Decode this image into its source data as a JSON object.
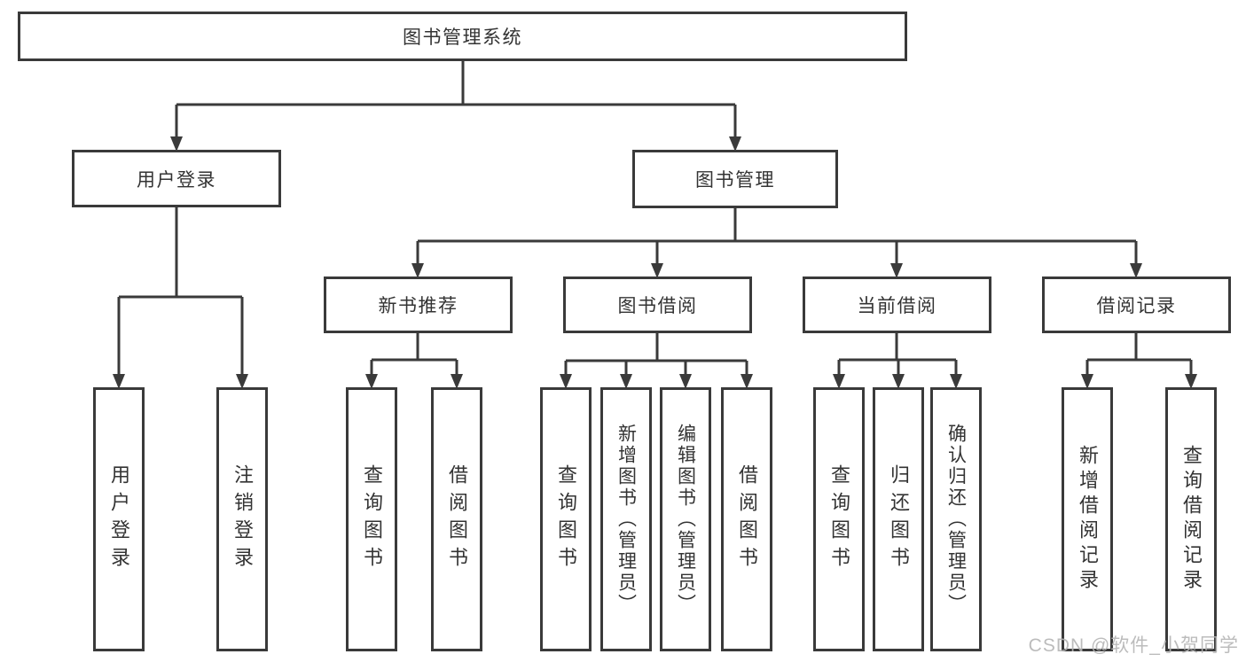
{
  "colors": {
    "line": "#3a3a3a",
    "text": "#333333",
    "watermark": "#b5b5b5",
    "background": "#ffffff"
  },
  "tree": {
    "root": {
      "label": "图书管理系统"
    },
    "user_login": {
      "label": "用户登录",
      "children": [
        {
          "label": "用户登录"
        },
        {
          "label": "注销登录"
        }
      ]
    },
    "book_management": {
      "label": "图书管理",
      "modules": [
        {
          "label": "新书推荐",
          "children": [
            {
              "label": "查询图书"
            },
            {
              "label": "借阅图书"
            }
          ]
        },
        {
          "label": "图书借阅",
          "children": [
            {
              "label": "查询图书"
            },
            {
              "label": "新增图书（管理员）"
            },
            {
              "label": "编辑图书（管理员）"
            },
            {
              "label": "借阅图书"
            }
          ]
        },
        {
          "label": "当前借阅",
          "children": [
            {
              "label": "查询图书"
            },
            {
              "label": "归还图书"
            },
            {
              "label": "确认归还（管理员）"
            }
          ]
        },
        {
          "label": "借阅记录",
          "children": [
            {
              "label": "新增借阅记录"
            },
            {
              "label": "查询借阅记录"
            }
          ]
        }
      ]
    }
  },
  "watermark": {
    "text": "CSDN @软件_小贺同学"
  }
}
